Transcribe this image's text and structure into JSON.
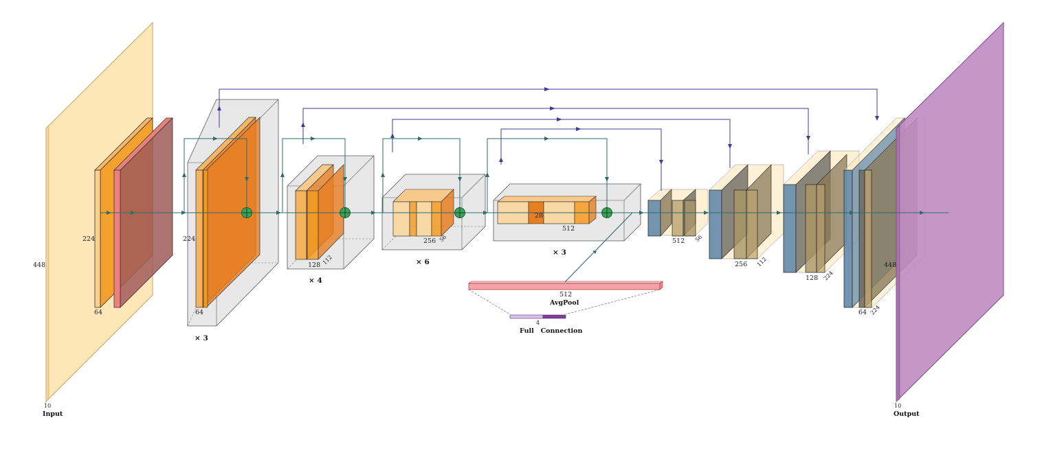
{
  "input": {
    "title": "Input",
    "channels": "10",
    "size": "448"
  },
  "output": {
    "title": "Output",
    "channels": "10",
    "size": "448"
  },
  "stem": {
    "channels": "64",
    "size": "224"
  },
  "stage1": {
    "channels": "64",
    "size": "224",
    "repeat": "× 3"
  },
  "stage2": {
    "channels": "128",
    "size": "112",
    "repeat": "× 4"
  },
  "stage3": {
    "channels": "256",
    "size": "56",
    "repeat": "× 6"
  },
  "stage4": {
    "channels": "512",
    "size": "28",
    "repeat": "× 3"
  },
  "decoder": [
    {
      "channels": "512",
      "size": "56"
    },
    {
      "channels": "256",
      "size": "112"
    },
    {
      "channels": "128",
      "size": "224"
    },
    {
      "channels": "64",
      "size": "224"
    }
  ],
  "avgpool": {
    "label": "AvgPool",
    "channels": "512"
  },
  "fc": {
    "label": "Full   Connection",
    "units": "4"
  },
  "colors": {
    "input": "#fde6b8",
    "conv": "#f39a1e",
    "bn": "#e67e22",
    "relu": "#b07070",
    "block": "#d9d9d9",
    "skip": "#2e6b6b",
    "long_skip": "#3a3f8f",
    "upconv": "#5b84a8",
    "dec_conv": "#c9b27a",
    "output": "#bf8cc3",
    "avgpool": "#f4a3a8",
    "fc": "#7b3f9a",
    "add": "#3aa35a"
  }
}
